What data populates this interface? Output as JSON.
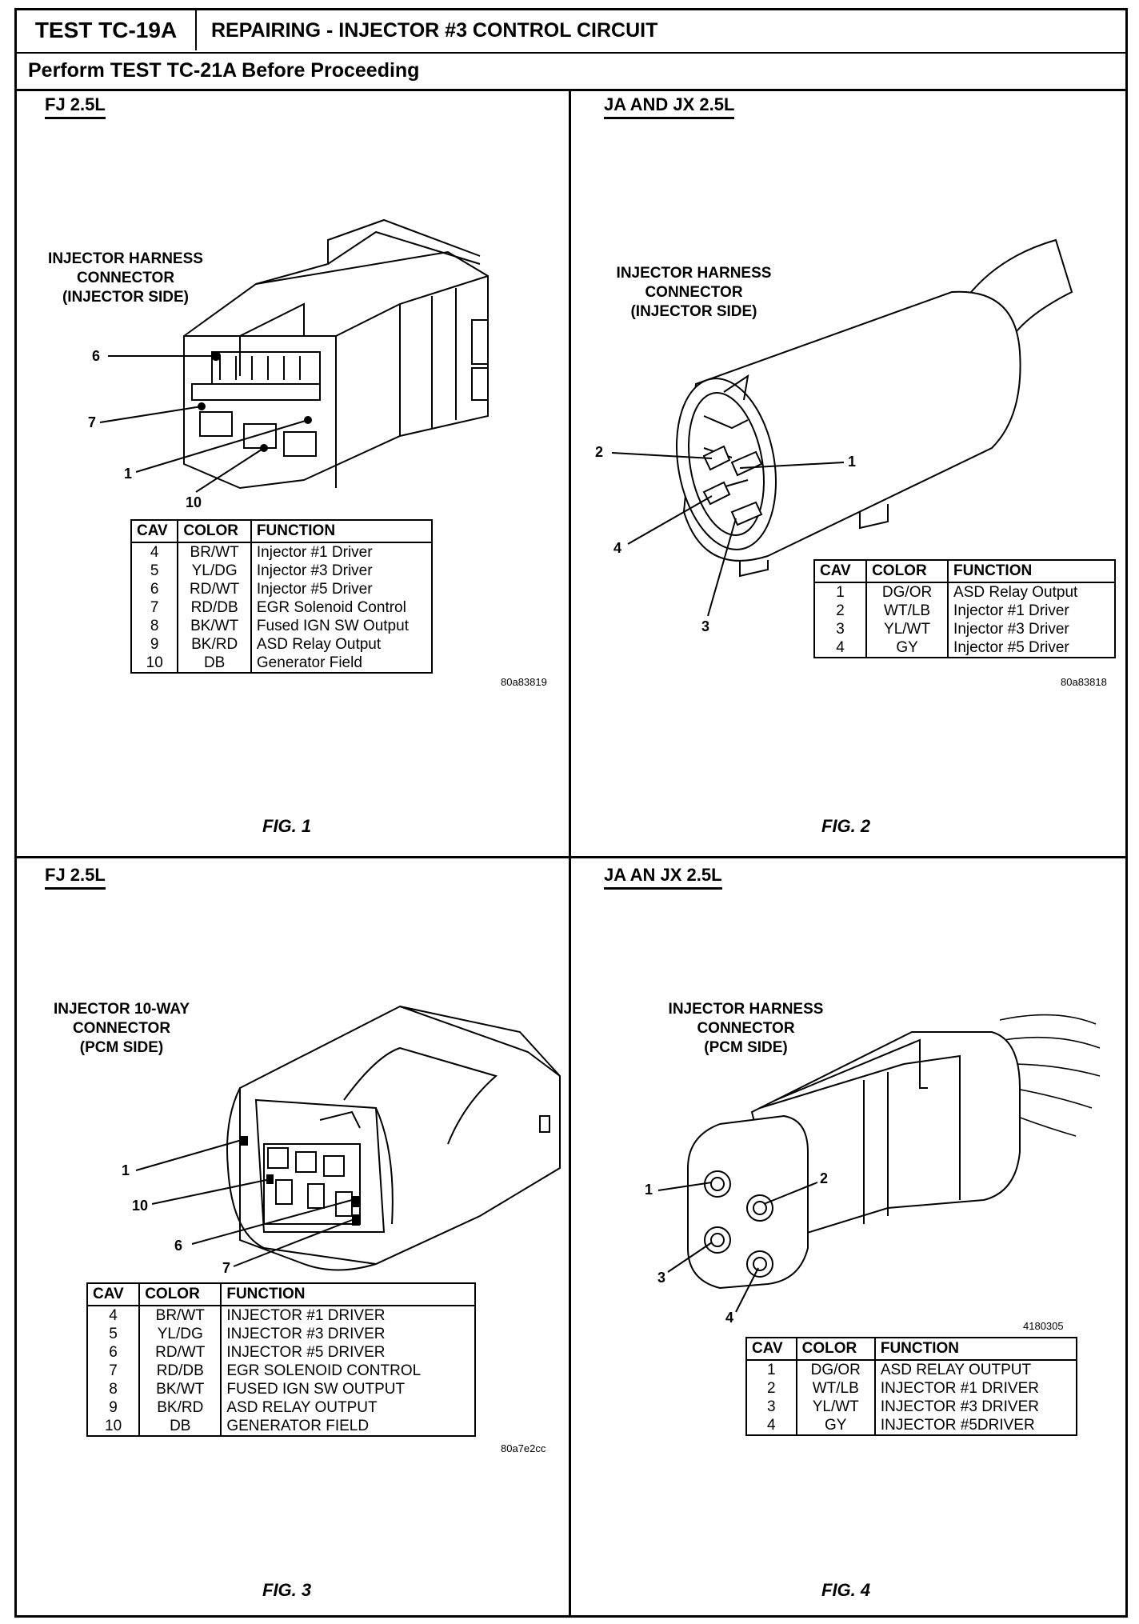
{
  "header": {
    "test_id": "TEST TC-19A",
    "title": "REPAIRING - INJECTOR #3 CONTROL CIRCUIT",
    "subtitle": "Perform TEST TC-21A Before Proceeding"
  },
  "fig1": {
    "heading": "FJ 2.5L",
    "label_lines": [
      "INJECTOR HARNESS",
      "CONNECTOR",
      "(INJECTOR SIDE)"
    ],
    "callouts": [
      "6",
      "7",
      "1",
      "10"
    ],
    "table_headers": [
      "CAV",
      "COLOR",
      "FUNCTION"
    ],
    "rows": [
      [
        "4",
        "BR/WT",
        "Injector #1 Driver"
      ],
      [
        "5",
        "YL/DG",
        "Injector #3 Driver"
      ],
      [
        "6",
        "RD/WT",
        "Injector #5 Driver"
      ],
      [
        "7",
        "RD/DB",
        "EGR Solenoid Control"
      ],
      [
        "8",
        "BK/WT",
        "Fused IGN SW Output"
      ],
      [
        "9",
        "BK/RD",
        "ASD Relay Output"
      ],
      [
        "10",
        "DB",
        "Generator Field"
      ]
    ],
    "code": "80a83819",
    "caption": "FIG. 1"
  },
  "fig2": {
    "heading": "JA AND JX 2.5L",
    "label_lines": [
      "INJECTOR HARNESS",
      "CONNECTOR",
      "(INJECTOR SIDE)"
    ],
    "callouts": [
      "2",
      "1",
      "4",
      "3"
    ],
    "table_headers": [
      "CAV",
      "COLOR",
      "FUNCTION"
    ],
    "rows": [
      [
        "1",
        "DG/OR",
        "ASD Relay Output"
      ],
      [
        "2",
        "WT/LB",
        "Injector #1 Driver"
      ],
      [
        "3",
        "YL/WT",
        "Injector #3 Driver"
      ],
      [
        "4",
        "GY",
        "Injector #5 Driver"
      ]
    ],
    "code": "80a83818",
    "caption": "FIG. 2"
  },
  "fig3": {
    "heading": "FJ 2.5L",
    "label_lines": [
      "INJECTOR 10-WAY",
      "CONNECTOR",
      "(PCM SIDE)"
    ],
    "callouts": [
      "1",
      "10",
      "6",
      "7"
    ],
    "table_headers": [
      "CAV",
      "COLOR",
      "FUNCTION"
    ],
    "rows": [
      [
        "4",
        "BR/WT",
        "INJECTOR #1 DRIVER"
      ],
      [
        "5",
        "YL/DG",
        "INJECTOR #3 DRIVER"
      ],
      [
        "6",
        "RD/WT",
        "INJECTOR #5 DRIVER"
      ],
      [
        "7",
        "RD/DB",
        "EGR SOLENOID CONTROL"
      ],
      [
        "8",
        "BK/WT",
        "FUSED IGN SW OUTPUT"
      ],
      [
        "9",
        "BK/RD",
        "ASD RELAY OUTPUT"
      ],
      [
        "10",
        "DB",
        "GENERATOR FIELD"
      ]
    ],
    "code": "80a7e2cc",
    "caption": "FIG. 3"
  },
  "fig4": {
    "heading": "JA AN JX 2.5L",
    "label_lines": [
      "INJECTOR HARNESS",
      "CONNECTOR",
      "(PCM SIDE)"
    ],
    "callouts": [
      "1",
      "2",
      "3",
      "4"
    ],
    "table_headers": [
      "CAV",
      "COLOR",
      "FUNCTION"
    ],
    "rows": [
      [
        "1",
        "DG/OR",
        "ASD RELAY OUTPUT"
      ],
      [
        "2",
        "WT/LB",
        "INJECTOR #1 DRIVER"
      ],
      [
        "3",
        "YL/WT",
        "INJECTOR #3 DRIVER"
      ],
      [
        "4",
        "GY",
        "INJECTOR #5DRIVER"
      ]
    ],
    "code": "4180305",
    "caption": "FIG. 4"
  }
}
